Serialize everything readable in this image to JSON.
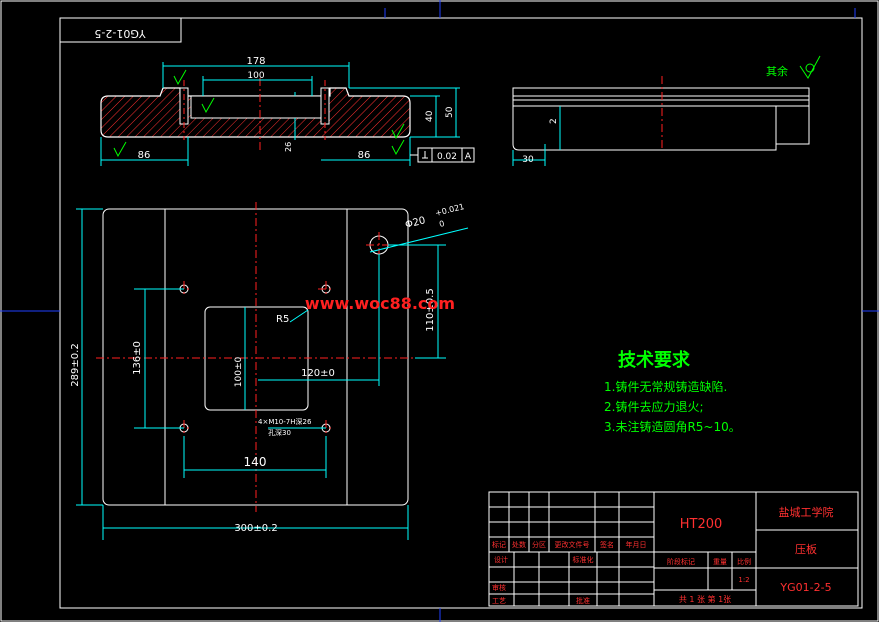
{
  "drawing_number_box": "YG01-2-5",
  "roughness_note": {
    "label": "其余"
  },
  "top_view": {
    "dim_overall": "178",
    "dim_inner": "100",
    "dim_left_step": "86",
    "dim_right_step": "86",
    "dim_groove": "26",
    "dim_height_40": "40",
    "dim_height_50": "50",
    "flatness_tol": "0.02",
    "datum": "A"
  },
  "side_view": {
    "dim_30": "30",
    "dim_2": "2"
  },
  "plan_view": {
    "hole_dia": "Φ20",
    "hole_tol_upper": "+0.021",
    "hole_tol_lower": "0",
    "dim_110": "110±0.5",
    "dim_136": "136±0",
    "dim_100": "100±0",
    "dim_120": "120±0",
    "dim_140": "140",
    "dim_height_289": "289±0.2",
    "dim_width_300": "300±0.2",
    "radius_label": "R5",
    "thread_note": "4×M10-7H深26",
    "thread_note_2": "孔深30"
  },
  "watermark": "www.woc88.com",
  "tech_requirements": {
    "title": "技术要求",
    "items": [
      "1.铸件无常规铸造缺陷.",
      "2.铸件去应力退火;",
      "3.未注铸造圆角R5~10。"
    ]
  },
  "title_block": {
    "material": "HT200",
    "school": "盐城工学院",
    "part_name": "压板",
    "drawing_no": "YG01-2-5",
    "scale_value": "1:2",
    "sheet_info": "共 1 张  第 1张",
    "header_row": [
      "标记",
      "处数",
      "分区",
      "更改文件号",
      "签名",
      "年月日"
    ],
    "row_design": [
      "设计",
      "标准化"
    ],
    "stage_headers": [
      "阶段标记",
      "重量",
      "比例"
    ],
    "row_review": "审核",
    "row_process": "工艺",
    "row_approve": "批准"
  },
  "colors": {
    "frame": "#ffffff",
    "part": "#ffffff",
    "centerline": "#ff2020",
    "dimension": "#00ffff",
    "hatch": "#ff3030",
    "annotation": "#00ff00",
    "title_text": "#ff3030",
    "border_blue": "#2040ff"
  }
}
